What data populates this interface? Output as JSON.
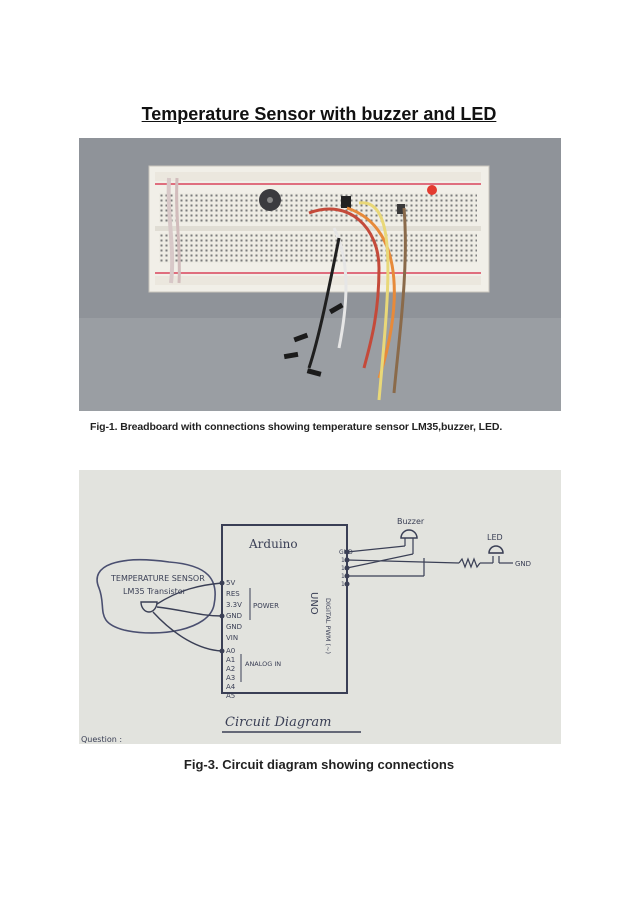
{
  "document": {
    "title": "Temperature Sensor with buzzer and LED",
    "figure1_caption": "Fig-1. Breadboard with connections showing  temperature sensor LM35,buzzer, LED.",
    "figure3_caption": "Fig-3. Circuit diagram showing connections"
  },
  "diagram": {
    "board_label": "Arduino",
    "uno_label": "UNO",
    "sensor_label_line1": "TEMPERATURE SENSOR",
    "sensor_label_line2": "LM35 Transistor",
    "power_pins": [
      "5V",
      "RES",
      "3.3V",
      "GND",
      "GND",
      "VIN"
    ],
    "power_label": "POWER",
    "analog_pins": [
      "A0",
      "A1",
      "A2",
      "A3",
      "A4",
      "A5"
    ],
    "analog_label": "ANALOG IN",
    "digital_pins": [
      "GND",
      "13",
      "12",
      "11",
      "10"
    ],
    "digital_label": "DIGITAL PWM (~)",
    "buzzer_label": "Buzzer",
    "led_label": "LED",
    "gnd_label": "GND",
    "caption_label": "Circuit Diagram",
    "corner_text": "Question :"
  },
  "colors": {
    "background": "#ffffff",
    "ink": "#3a3f55",
    "photo_bg": "#8e9298",
    "breadboard": "#f2f0ea",
    "rail_red": "#d9445a"
  }
}
